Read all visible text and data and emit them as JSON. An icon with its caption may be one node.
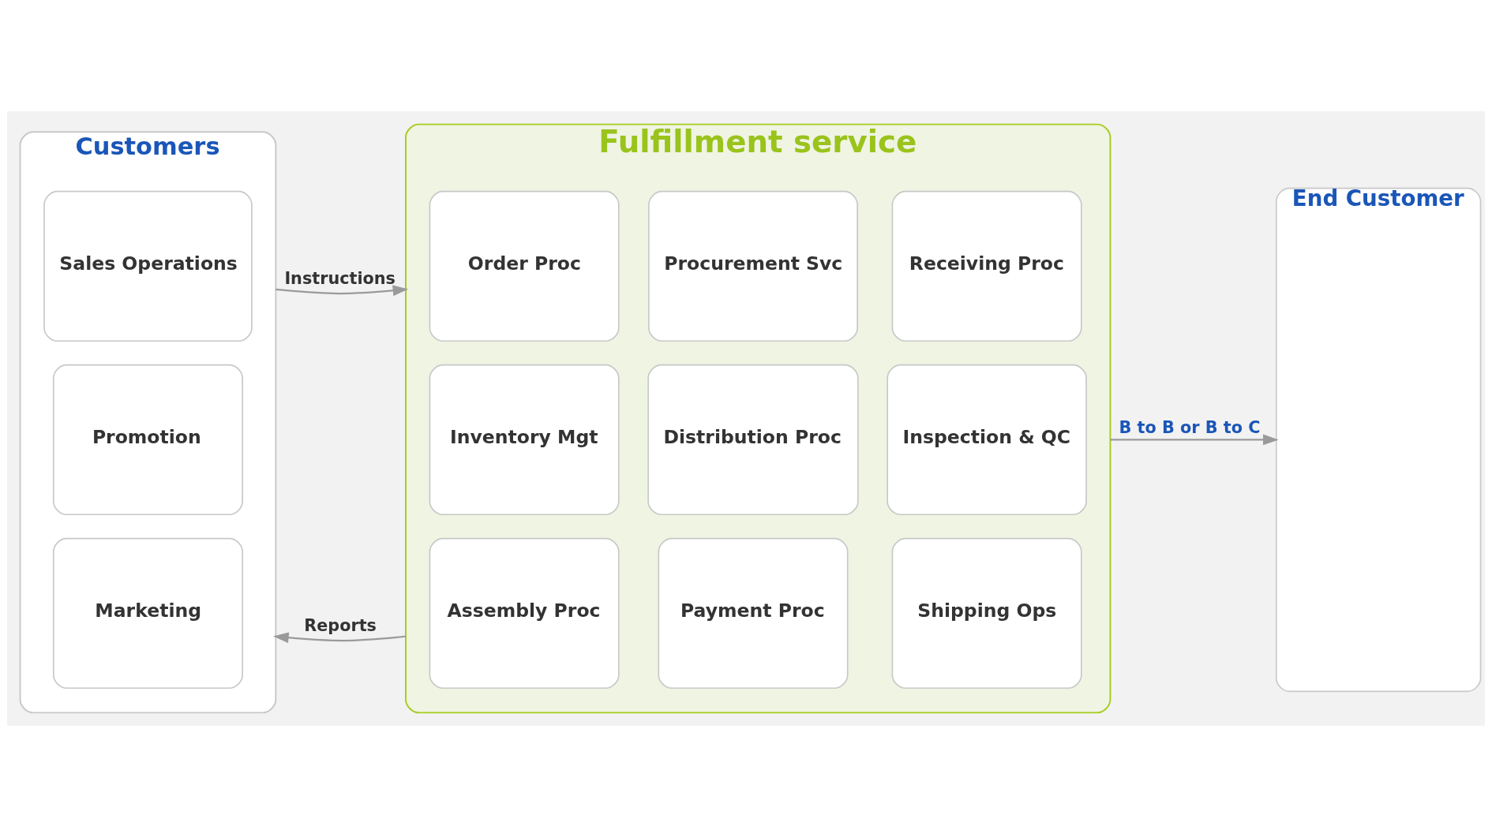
{
  "diagram": {
    "nodes": [
      {
        "text": [
          "Customers"
        ]
      },
      {
        "text": [
          "Sales Operations"
        ],
        "in": 0
      },
      {
        "text": [
          "Promotion"
        ],
        "in": 0
      },
      {
        "text": [
          "Marketing"
        ],
        "in": 0
      },
      {
        "text": [
          "Fulfillment service"
        ]
      },
      {
        "text": [
          "Order Proc"
        ],
        "in": 4
      },
      {
        "text": [
          "Procurement Svc"
        ],
        "in": 4
      },
      {
        "text": [
          "Receiving Proc"
        ],
        "in": 4
      },
      {
        "text": [
          "Inventory Mgt"
        ],
        "in": 4
      },
      {
        "text": [
          "Distribution Proc"
        ],
        "in": 4
      },
      {
        "text": [
          "Inspection & QC"
        ],
        "in": 4
      },
      {
        "text": [
          "Assembly Proc"
        ],
        "in": 4
      },
      {
        "text": [
          "Payment Proc"
        ],
        "in": 4
      },
      {
        "text": [
          "Shipping Ops"
        ],
        "in": 4
      },
      {
        "text": [
          "End Customer"
        ]
      }
    ],
    "edges": [
      {
        "from": 0,
        "to": 4,
        "arrow": "to",
        "label": "Instructions"
      },
      {
        "from": 4,
        "to": 0,
        "arrow": "to",
        "label": "Reports"
      },
      {
        "from": 4,
        "to": 14,
        "arrow": "to",
        "label": "B to B or B to C"
      }
    ]
  }
}
